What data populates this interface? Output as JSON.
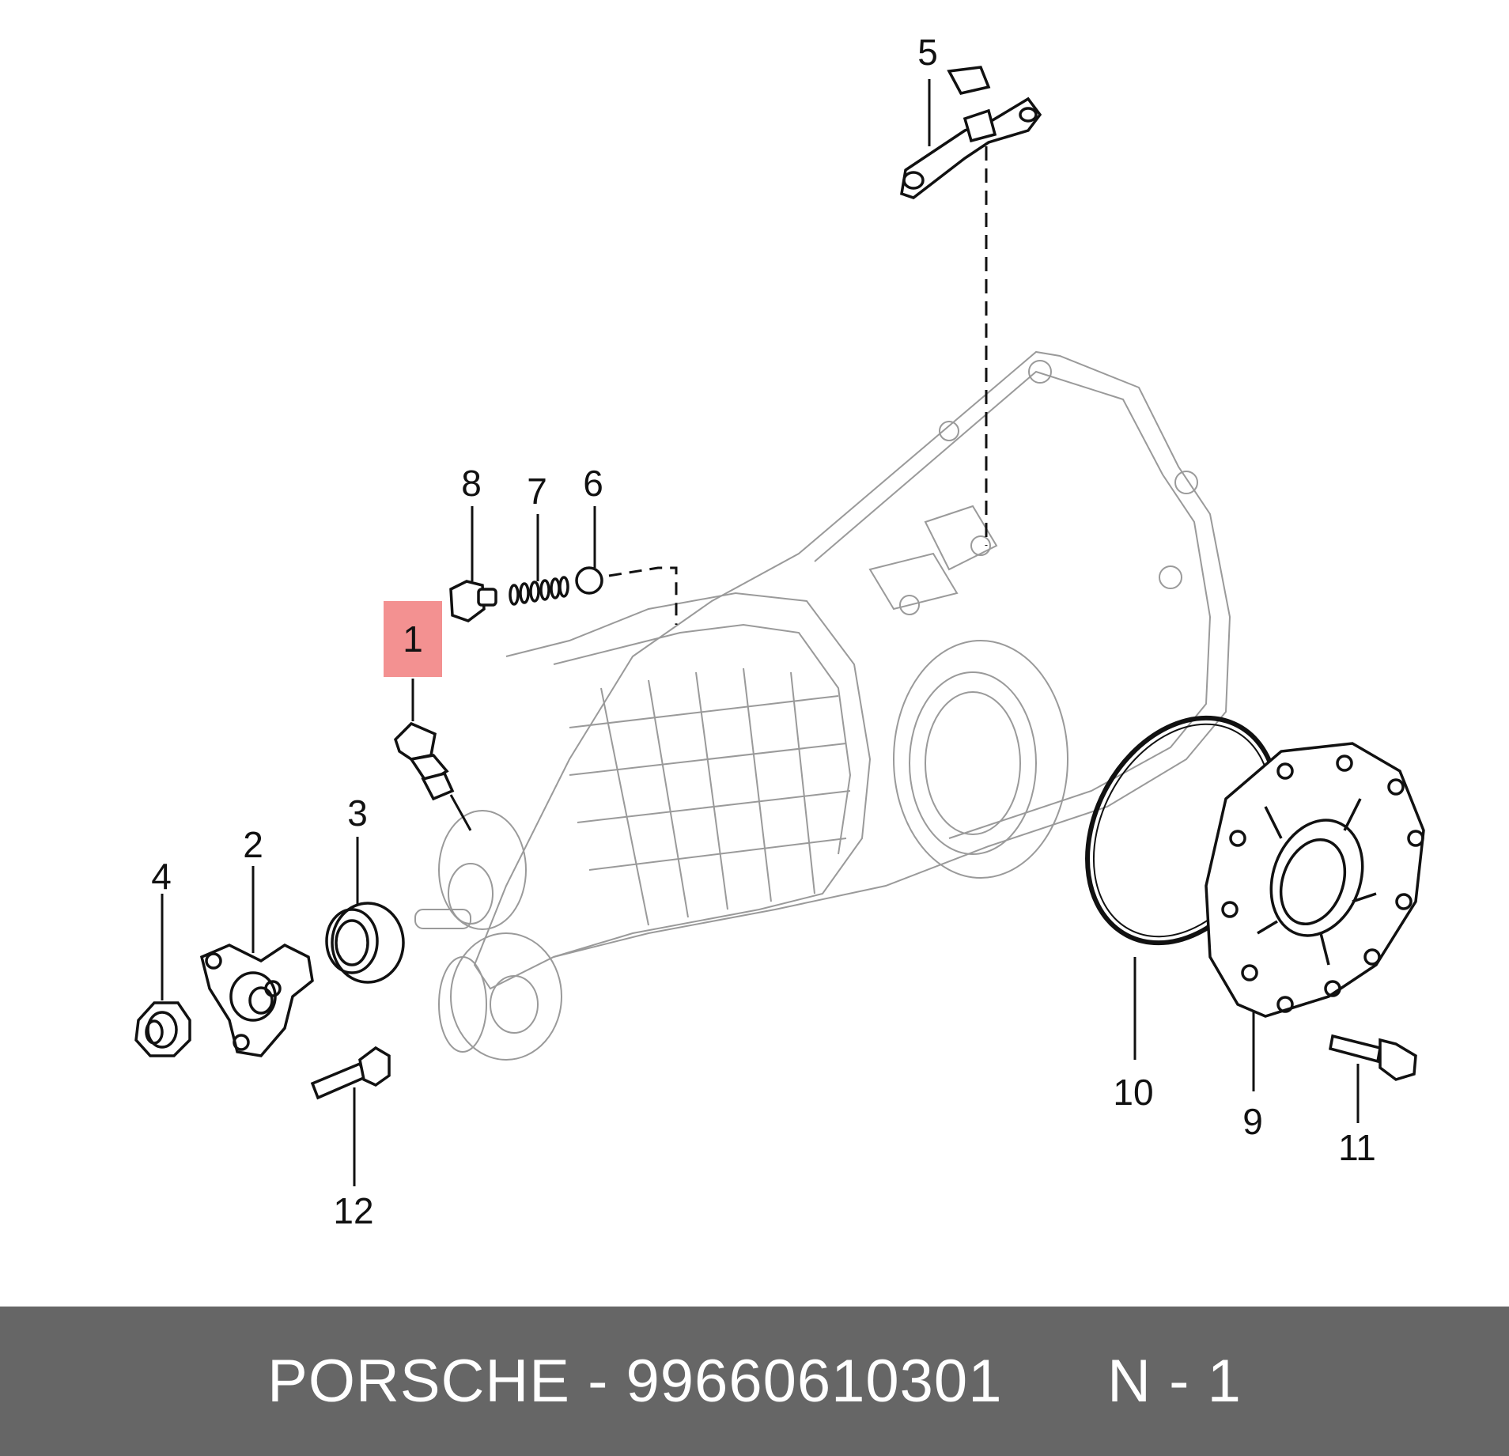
{
  "diagram": {
    "callouts": [
      {
        "id": "1",
        "label": "1",
        "highlighted": true
      },
      {
        "id": "2",
        "label": "2"
      },
      {
        "id": "3",
        "label": "3"
      },
      {
        "id": "4",
        "label": "4"
      },
      {
        "id": "5",
        "label": "5"
      },
      {
        "id": "6",
        "label": "6"
      },
      {
        "id": "7",
        "label": "7"
      },
      {
        "id": "8",
        "label": "8"
      },
      {
        "id": "9",
        "label": "9"
      },
      {
        "id": "10",
        "label": "10"
      },
      {
        "id": "11",
        "label": "11"
      },
      {
        "id": "12",
        "label": "12"
      }
    ],
    "highlight_color": "#f28b8b"
  },
  "footer": {
    "brand": "PORSCHE",
    "separator": " - ",
    "part_number": "99660610301",
    "gap": "      ",
    "position": "N - 1",
    "background": "#666666"
  }
}
